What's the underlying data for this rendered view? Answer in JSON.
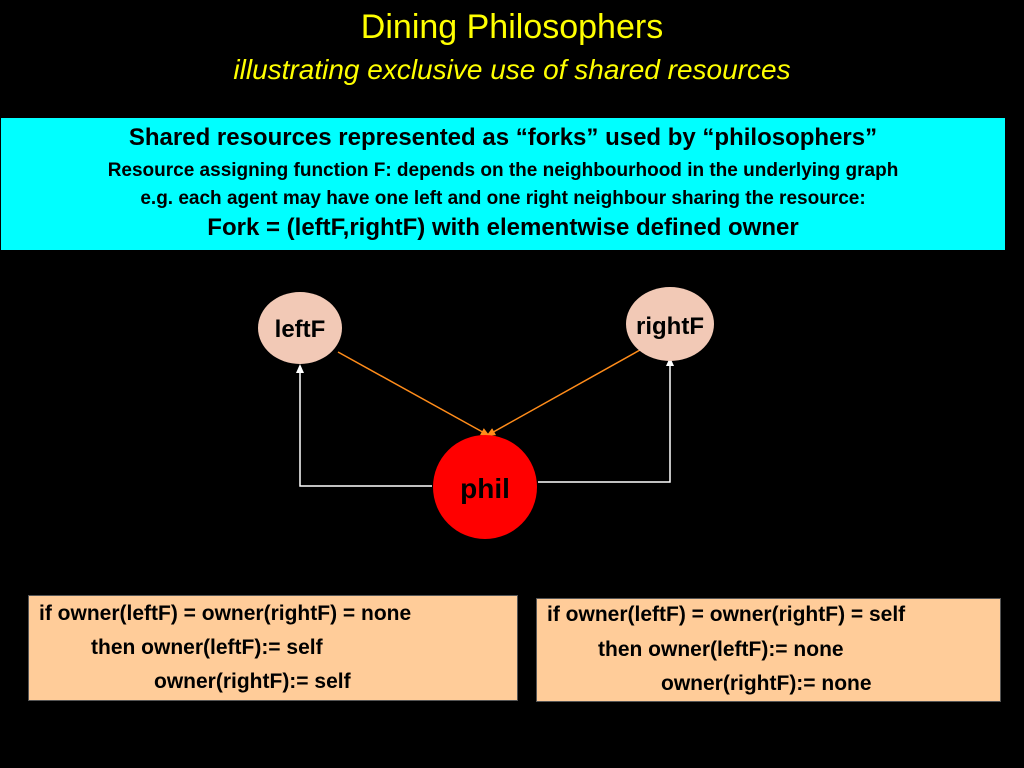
{
  "title": {
    "main": "Dining Philosophers",
    "subtitle": "illustrating exclusive use of shared resources"
  },
  "info_box": {
    "line1": "Shared resources represented as “forks” used by “philosophers”",
    "line2": "Resource assigning function F: depends on the neighbourhood in the underlying graph",
    "line3": "e.g. each agent may have one left and one right neighbour sharing the resource:",
    "line4": "Fork = (leftF,rightF) with elementwise defined owner"
  },
  "diagram": {
    "nodes": {
      "left_fork": "leftF",
      "right_fork": "rightF",
      "philosopher": "phil"
    },
    "colors": {
      "fork_node": "#f2c9b6",
      "philosopher_node": "#ff0000",
      "fork_to_phil_arrow": "#ff8c1a",
      "phil_to_fork_arrow": "#ffffff"
    }
  },
  "rules": {
    "acquire": {
      "line1": "if owner(leftF) = owner(rightF) = none",
      "line2": "then owner(leftF):= self",
      "line3": "owner(rightF):= self"
    },
    "release": {
      "line1": "if owner(leftF) = owner(rightF) = self",
      "line2": "then owner(leftF):= none",
      "line3": "owner(rightF):= none"
    }
  }
}
